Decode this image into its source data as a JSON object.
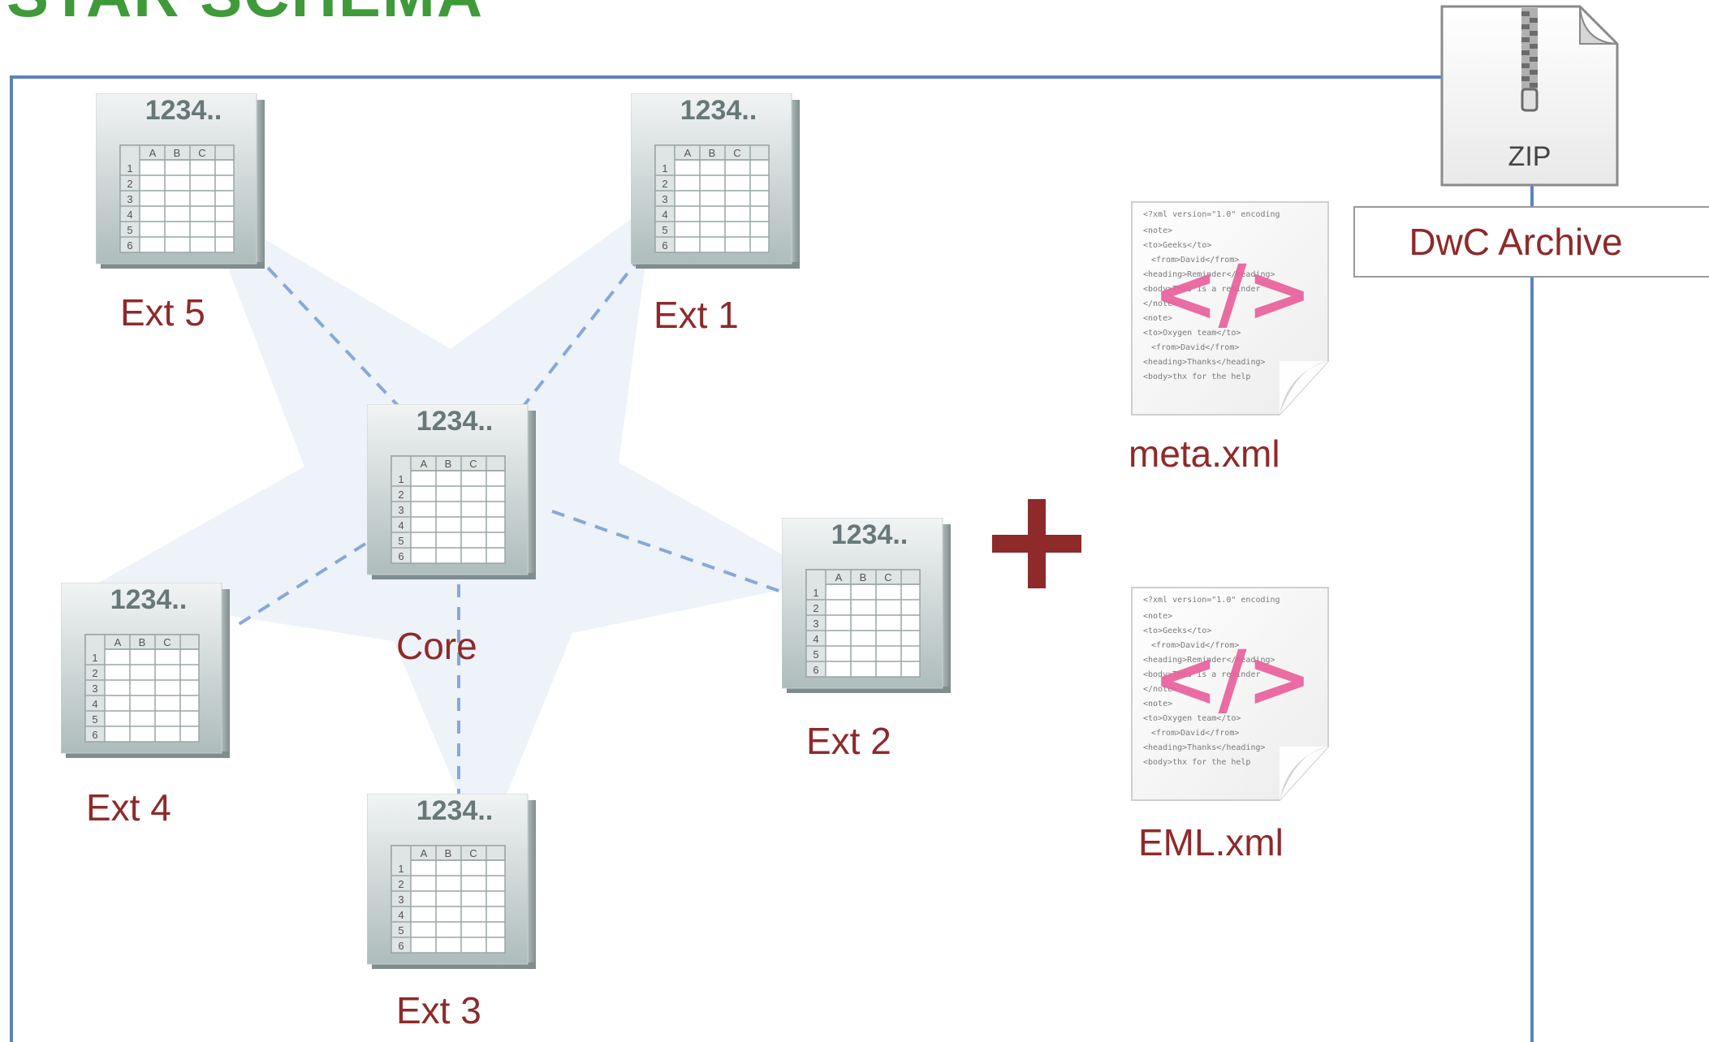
{
  "title": "STAR SCHEMA",
  "table_icon_text": {
    "caption": "1234..",
    "columns": [
      "A",
      "B",
      "C"
    ],
    "rows": [
      "1",
      "2",
      "3",
      "4",
      "5",
      "6"
    ]
  },
  "nodes": {
    "core": "Core",
    "ext1": "Ext 1",
    "ext2": "Ext 2",
    "ext3": "Ext 3",
    "ext4": "Ext 4",
    "ext5": "Ext 5"
  },
  "plus": "+",
  "files": {
    "meta": "meta.xml",
    "eml": "EML.xml"
  },
  "xml_snippet": [
    "<?xml version=\"1.0\" encoding",
    "<note>",
    "<to>Geeks</to>",
    "  <from>David</from>",
    "<heading>Reminder</heading>",
    "<body>This is a reminder",
    "</note>",
    "<note>",
    "<to>Oxygen team</to>",
    "  <from>David</from>",
    "<heading>Thanks</heading>",
    "<body>thx for the help"
  ],
  "archive": {
    "zip_label": "ZIP",
    "label": "DwC Archive"
  },
  "colors": {
    "title": "#3f9a3a",
    "label": "#8e2a2a",
    "frame": "#5b84bd",
    "connector": "#86a9d6",
    "star_fill": "#eef2f9",
    "xml_tag": "#e8609a"
  }
}
